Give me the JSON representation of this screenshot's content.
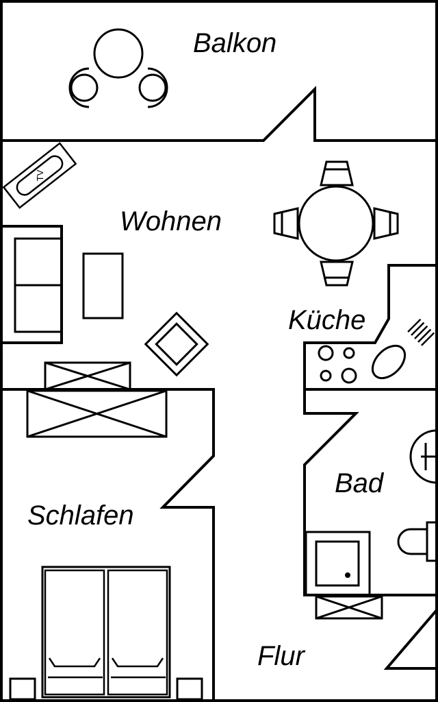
{
  "rooms": {
    "balkon": "Balkon",
    "wohnen": "Wohnen",
    "kueche": "Küche",
    "bad": "Bad",
    "schlafen": "Schlafen",
    "flur": "Flur"
  },
  "tv_label": "TV",
  "colors": {
    "line": "#000000",
    "background": "#ffffff"
  }
}
